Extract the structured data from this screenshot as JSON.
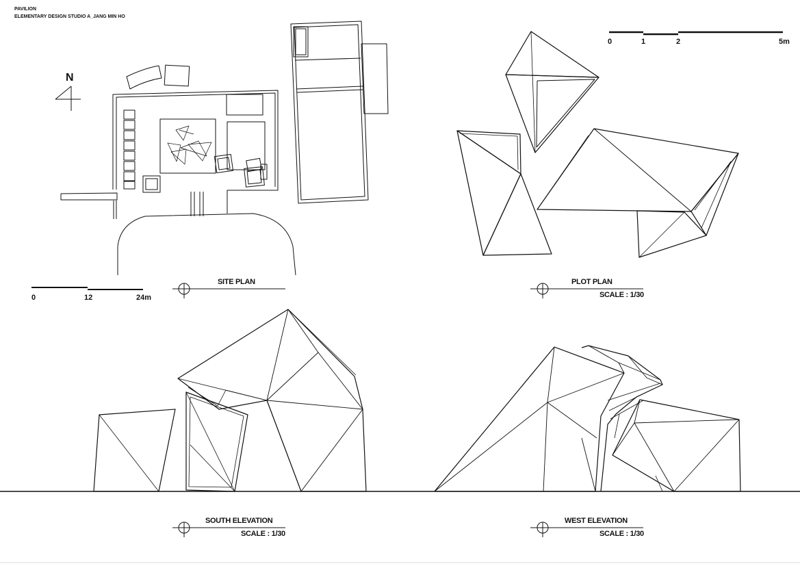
{
  "header": {
    "line1": "PAVILION",
    "line2": "ELEMENTARY DESIGN STUDIO A_JANG MIN HO"
  },
  "north_label": "N",
  "site_plan": {
    "title": "SITE PLAN",
    "scale_ticks": [
      "0",
      "12",
      "24m"
    ]
  },
  "plot_plan": {
    "title": "PLOT PLAN",
    "scale": "SCALE : 1/30",
    "scale_ticks": [
      "0",
      "1",
      "2",
      "5m"
    ]
  },
  "south_elevation": {
    "title": "SOUTH ELEVATION",
    "scale": "SCALE : 1/30"
  },
  "west_elevation": {
    "title": "WEST ELEVATION",
    "scale": "SCALE : 1/30"
  },
  "colors": {
    "ink": "#111111",
    "paper": "#ffffff"
  }
}
